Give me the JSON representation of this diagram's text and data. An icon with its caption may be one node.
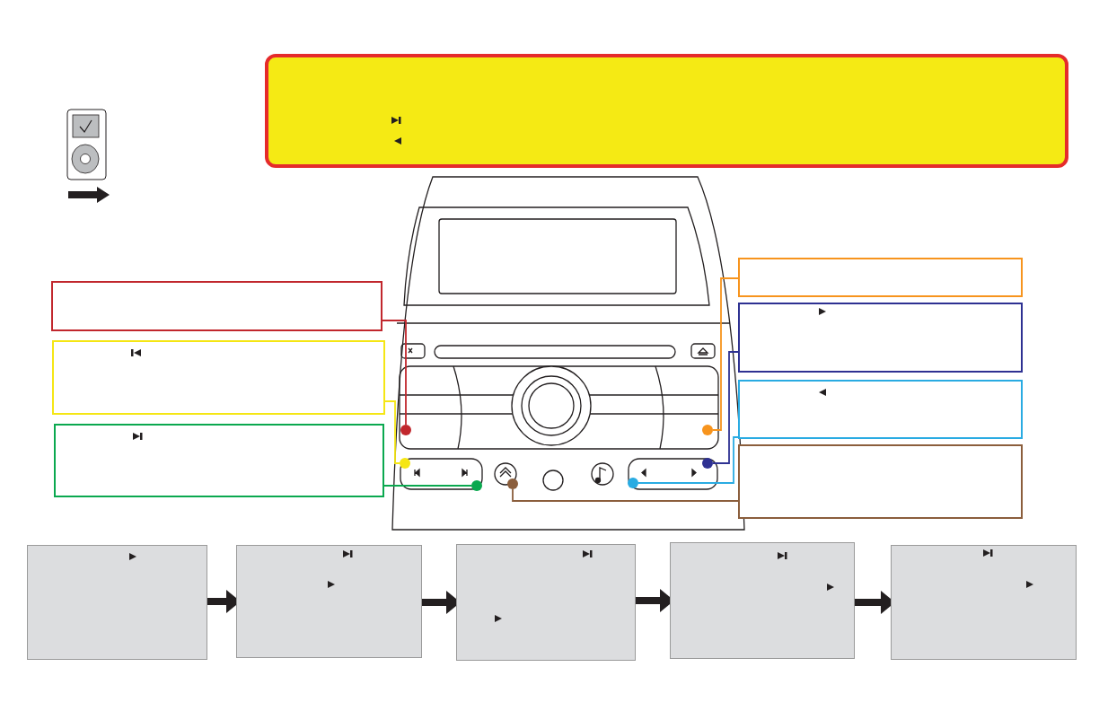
{
  "diagram": {
    "nodes": [
      {
        "text": [],
        "shape": "box"
      },
      {
        "text": [],
        "shape": "box"
      },
      {
        "text": [],
        "shape": "box"
      },
      {
        "text": [],
        "shape": "box"
      },
      {
        "text": [],
        "shape": "box"
      },
      {
        "text": [],
        "shape": "box"
      },
      {
        "text": [],
        "shape": "box"
      },
      {
        "text": [],
        "shape": "box"
      },
      {
        "text": [],
        "shape": "circle"
      },
      {
        "text": [],
        "shape": "circle"
      },
      {
        "text": [],
        "shape": "circle"
      },
      {
        "text": [],
        "shape": "circle"
      },
      {
        "text": [],
        "shape": "circle"
      },
      {
        "text": [],
        "shape": "circle"
      },
      {
        "text": [],
        "shape": "circle"
      },
      {
        "text": [],
        "shape": "box"
      },
      {
        "text": [],
        "shape": "box"
      },
      {
        "text": [],
        "shape": "box"
      },
      {
        "text": [],
        "shape": "box"
      },
      {
        "text": [],
        "shape": "box"
      }
    ],
    "edges": [
      {
        "from": 1,
        "to": 8,
        "arrow": "none",
        "color": "#c1272d"
      },
      {
        "from": 2,
        "to": 9,
        "arrow": "none",
        "color": "#f5e614"
      },
      {
        "from": 3,
        "to": 10,
        "arrow": "none",
        "color": "#0aa84f"
      },
      {
        "from": 4,
        "to": 12,
        "arrow": "none",
        "color": "#f7941d"
      },
      {
        "from": 5,
        "to": 13,
        "arrow": "none",
        "color": "#2e3192"
      },
      {
        "from": 6,
        "to": 14,
        "arrow": "none",
        "color": "#29abe2"
      },
      {
        "from": 7,
        "to": 11,
        "arrow": "none",
        "color": "#8b5e3c"
      },
      {
        "from": 15,
        "to": 16,
        "arrow": "to",
        "style": "thick"
      },
      {
        "from": 16,
        "to": 17,
        "arrow": "to",
        "style": "thick"
      },
      {
        "from": 17,
        "to": 18,
        "arrow": "to",
        "style": "thick"
      },
      {
        "from": 18,
        "to": 19,
        "arrow": "to",
        "style": "thick"
      }
    ]
  }
}
